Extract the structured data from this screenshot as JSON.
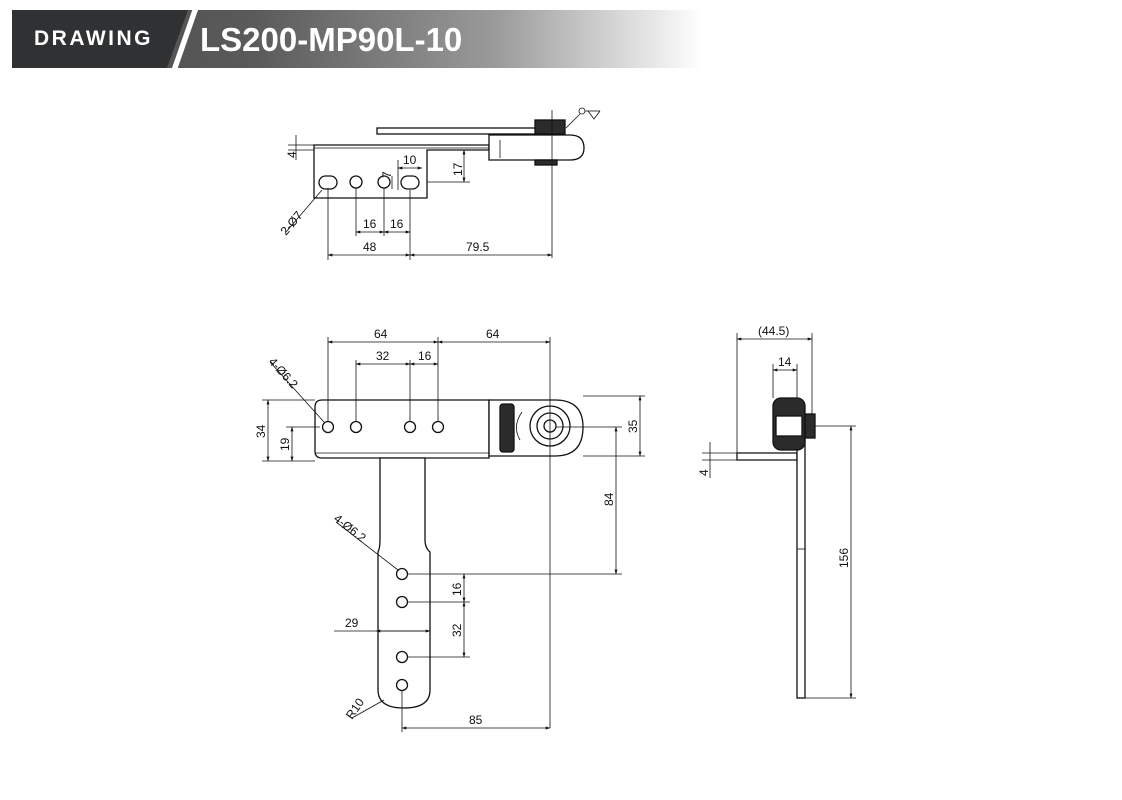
{
  "header": {
    "label": "DRAWING",
    "title": "LS200-MP90L-10"
  },
  "top_view": {
    "dims": {
      "d4": "4",
      "d10": "10",
      "d7": "7",
      "d17": "17",
      "hole": "2-Ø7",
      "d16a": "16",
      "d16b": "16",
      "d48": "48",
      "d79_5": "79.5"
    }
  },
  "front_view": {
    "dims": {
      "d64a": "64",
      "d64b": "64",
      "d32": "32",
      "d16": "16",
      "holes_top": "4-Ø6.2",
      "d34": "34",
      "d19": "19",
      "d35": "35",
      "d84": "84",
      "holes_bottom": "4-Ø6.2",
      "d16v": "16",
      "d29": "29",
      "d32v": "32",
      "r10": "R10",
      "d85": "85"
    }
  },
  "side_view": {
    "dims": {
      "d44_5": "(44.5)",
      "d14": "14",
      "d4": "4",
      "d156": "156"
    }
  }
}
